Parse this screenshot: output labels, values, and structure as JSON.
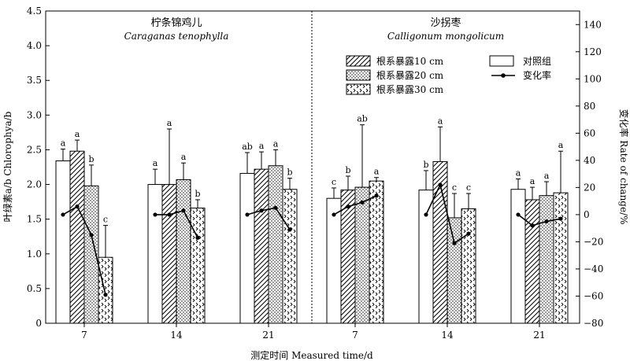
{
  "chart_data": {
    "type": "bar",
    "xlabel": "测定时间 Measured time/d",
    "ylabel": "叶绿素a/b Chlorophya/b",
    "y2label": "变化率 Rate of change/%",
    "ylim": [
      0,
      4.5
    ],
    "y2lim": [
      -80,
      150
    ],
    "y_ticks": [
      "0",
      "0.5",
      "1.0",
      "1.5",
      "2.0",
      "2.5",
      "3.0",
      "3.5",
      "4.0",
      "4.5"
    ],
    "y2_ticks": [
      "−80",
      "−60",
      "−40",
      "−20",
      "0",
      "20",
      "40",
      "60",
      "80",
      "100",
      "120",
      "140"
    ],
    "series_names": [
      "对照组",
      "根系暴露10 cm",
      "根系暴露20 cm",
      "根系暴露30 cm"
    ],
    "line_name": "变化率",
    "panels": [
      {
        "title": "柠条锦鸡儿",
        "subtitle": "Caraganas tenophylla",
        "groups": [
          {
            "x": "7",
            "values": [
              2.34,
              2.48,
              1.98,
              0.95
            ],
            "errors": [
              0.17,
              0.16,
              0.3,
              0.46
            ],
            "letters": [
              "a",
              "a",
              "b",
              "c"
            ],
            "rate": [
              0,
              6,
              -15,
              -59
            ]
          },
          {
            "x": "14",
            "values": [
              2.0,
              2.0,
              2.07,
              1.66
            ],
            "errors": [
              0.22,
              0.8,
              0.24,
              0.12
            ],
            "letters": [
              "a",
              "a",
              "a",
              "b"
            ],
            "rate": [
              0,
              0,
              3,
              -17
            ]
          },
          {
            "x": "21",
            "values": [
              2.16,
              2.22,
              2.27,
              1.93
            ],
            "errors": [
              0.3,
              0.25,
              0.23,
              0.16
            ],
            "letters": [
              "ab",
              "a",
              "a",
              "b"
            ],
            "rate": [
              0,
              3,
              5,
              -11
            ]
          }
        ]
      },
      {
        "title": "沙拐枣",
        "subtitle": "Calligonum mongolicum",
        "groups": [
          {
            "x": "7",
            "values": [
              1.8,
              1.92,
              1.96,
              2.05
            ],
            "errors": [
              0.15,
              0.2,
              0.9,
              0.05
            ],
            "letters": [
              "c",
              "b",
              "ab",
              "a"
            ],
            "rate": [
              0,
              6,
              9,
              14
            ]
          },
          {
            "x": "14",
            "values": [
              1.92,
              2.33,
              1.52,
              1.65
            ],
            "errors": [
              0.28,
              0.5,
              0.35,
              0.22
            ],
            "letters": [
              "b",
              "a",
              "c",
              "c"
            ],
            "rate": [
              0,
              22,
              -21,
              -14
            ]
          },
          {
            "x": "21",
            "values": [
              1.93,
              1.78,
              1.84,
              1.88
            ],
            "errors": [
              0.15,
              0.18,
              0.2,
              0.6
            ],
            "letters": [
              "a",
              "a",
              "a",
              "a"
            ],
            "rate": [
              0,
              -8,
              -5,
              -3
            ]
          }
        ]
      }
    ],
    "legend": "top-right"
  }
}
